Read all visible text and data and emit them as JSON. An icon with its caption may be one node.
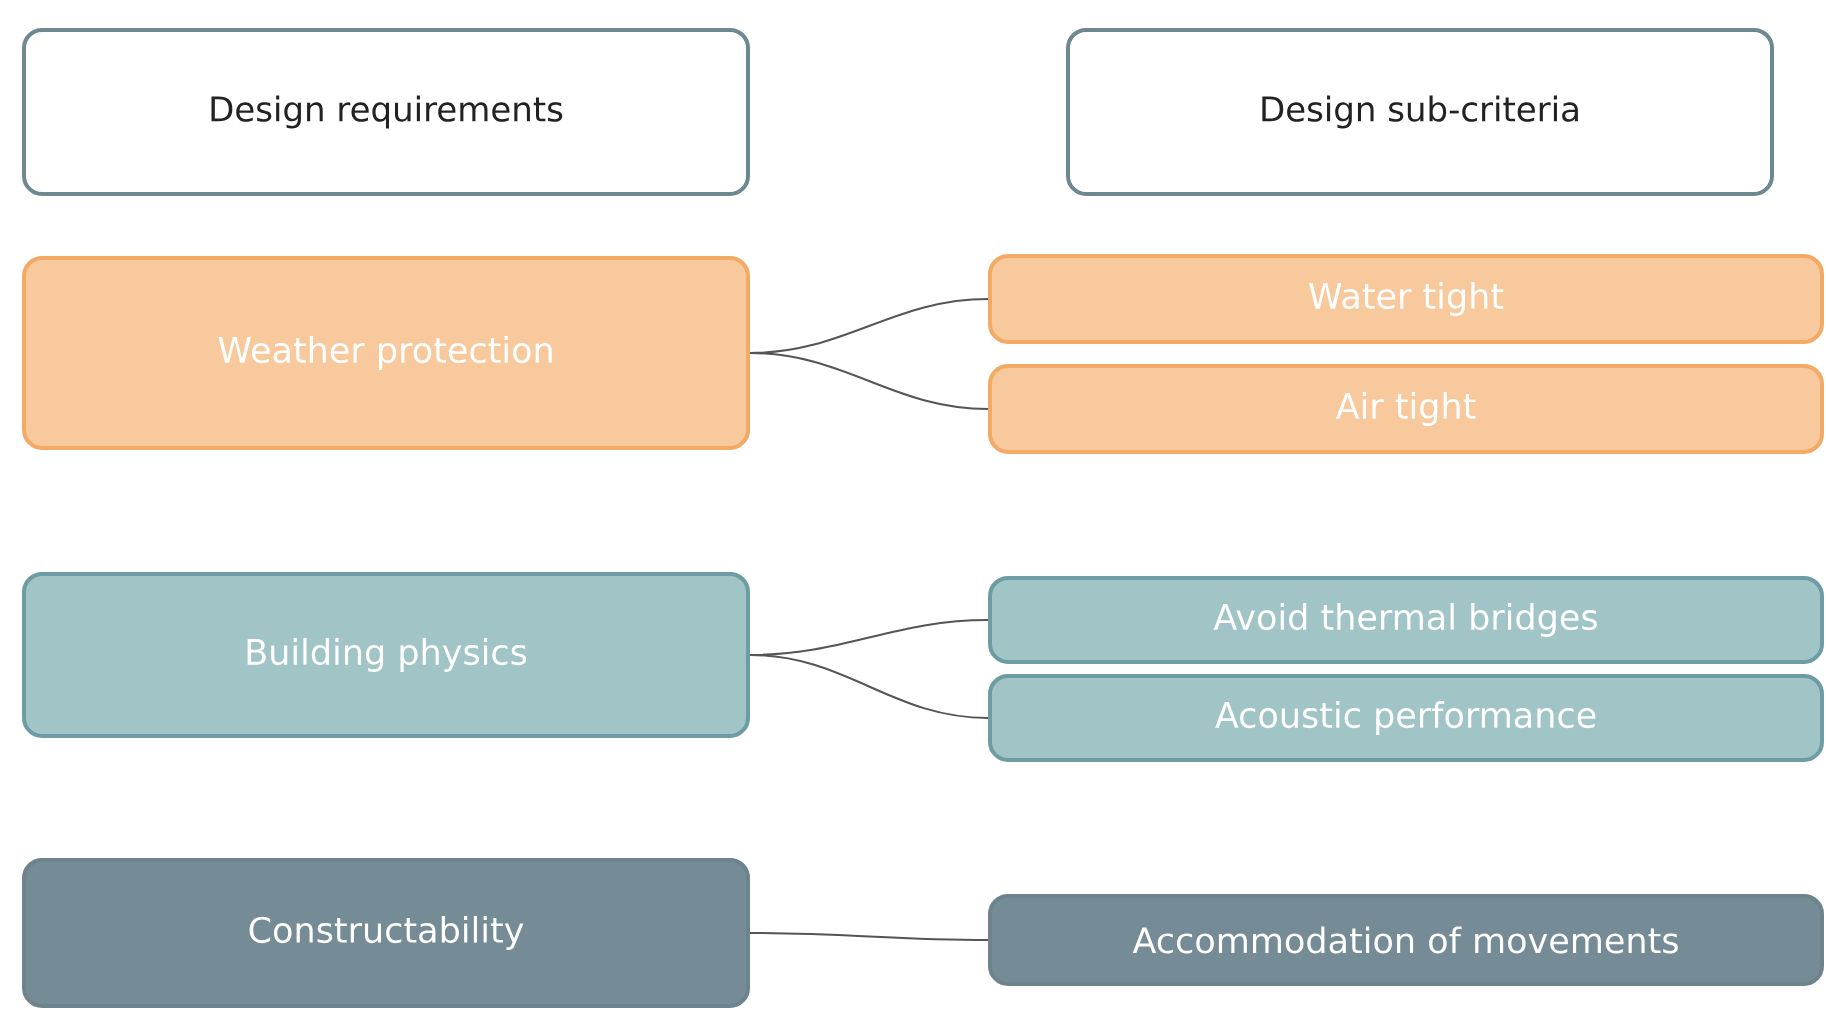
{
  "diagram": {
    "nodes": [
      {
        "text": [
          "Design requirements"
        ]
      },
      {
        "text": [
          "Design sub-criteria"
        ]
      },
      {
        "text": [
          "Weather protection"
        ]
      },
      {
        "text": [
          "Water tight"
        ]
      },
      {
        "text": [
          "Air tight"
        ]
      },
      {
        "text": [
          "Building physics"
        ]
      },
      {
        "text": [
          "Avoid thermal bridges"
        ]
      },
      {
        "text": [
          "Acoustic performance"
        ]
      },
      {
        "text": [
          "Constructability"
        ]
      },
      {
        "text": [
          "Accommodation of movements"
        ]
      }
    ],
    "edges": [
      {
        "from": 2,
        "to": 3,
        "arrow": "none"
      },
      {
        "from": 2,
        "to": 4,
        "arrow": "none"
      },
      {
        "from": 5,
        "to": 6,
        "arrow": "none"
      },
      {
        "from": 5,
        "to": 7,
        "arrow": "none"
      },
      {
        "from": 8,
        "to": 9,
        "arrow": "none"
      }
    ]
  }
}
